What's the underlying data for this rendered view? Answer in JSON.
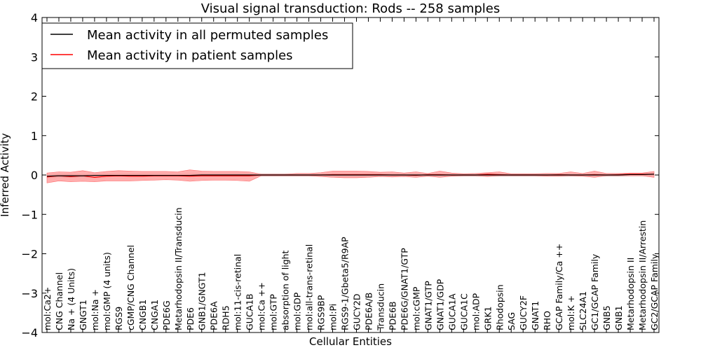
{
  "chart_data": {
    "type": "line",
    "title": "Visual signal transduction: Rods -- 258 samples",
    "xlabel": "Cellular Entities",
    "ylabel": "Inferred Activity",
    "ylim": [
      -4,
      4
    ],
    "yticks": [
      "4",
      "3",
      "2",
      "1",
      "0",
      "−1",
      "−2",
      "−3",
      "−4"
    ],
    "ytick_values": [
      4,
      3,
      2,
      1,
      0,
      -1,
      -2,
      -3,
      -4
    ],
    "grid": false,
    "legend_position": "top-left",
    "colors": {
      "permuted": "#000000",
      "patient": "#ff0000",
      "patient_band": "#ff8c8c",
      "permuted_band": "#d8d8d8"
    },
    "categories": [
      "mol:Ca2+",
      "CNG Channel",
      "Na + (4 Units)",
      "GNGT1",
      "mol:Na +",
      "mol:GMP (4 units)",
      "RGS9",
      "cGMP/CNG Channel",
      "CNGB1",
      "CNGA1",
      "PDE6G",
      "Metarhodopsin II/Transducin",
      "PDE6",
      "GNB1/GNGT1",
      "PDE6A",
      "RDH5",
      "mol:11-cis-retinal",
      "GUCA1B",
      "mol:Ca ++",
      "mol:GTP",
      "absorption of light",
      "mol:GDP",
      "mol:all-trans-retinal",
      "RGS9BP",
      "mol:Pi",
      "RGS9-1/Gbeta5/R9AP",
      "GUCY2D",
      "PDE6A/B",
      "Transducin",
      "PDE6B",
      "PDE6G/GNAT1/GTP",
      "mol:cGMP",
      "GNAT1/GTP",
      "GNAT1/GDP",
      "GUCA1A",
      "GUCA1C",
      "mol:ADP",
      "GRK1",
      "Rhodopsin",
      "SAG",
      "GUCY2F",
      "GNAT1",
      "RHO",
      "GCAP Family/Ca ++",
      "mol:K +",
      "SLC24A1",
      "GC1/GCAP Family",
      "GNB5",
      "GNB1",
      "Metarhodopsin II",
      "Metarhodopsin II/Arrestin",
      "GC2/GCAP Family"
    ],
    "series": [
      {
        "name": "Mean activity in all permuted samples",
        "values": [
          -0.03,
          -0.02,
          -0.02,
          -0.02,
          -0.01,
          -0.01,
          -0.01,
          -0.01,
          -0.01,
          -0.01,
          -0.01,
          -0.01,
          -0.01,
          0,
          0,
          0,
          0,
          0,
          0,
          0,
          0,
          0,
          0,
          0,
          0,
          0,
          0,
          0,
          0,
          0,
          0,
          0,
          0,
          0,
          0,
          0,
          0,
          0,
          0,
          0,
          0,
          0,
          0,
          0,
          0,
          0,
          0,
          0,
          0,
          0.01,
          0.01,
          0.02
        ],
        "band_lower": [
          -0.08,
          -0.07,
          -0.07,
          -0.06,
          -0.06,
          -0.05,
          -0.05,
          -0.05,
          -0.05,
          -0.05,
          -0.05,
          -0.05,
          -0.05,
          -0.04,
          -0.04,
          -0.04,
          -0.04,
          -0.04,
          -0.04,
          -0.04,
          -0.04,
          -0.04,
          -0.04,
          -0.04,
          -0.04,
          -0.04,
          -0.04,
          -0.04,
          -0.04,
          -0.04,
          -0.04,
          -0.04,
          -0.04,
          -0.04,
          -0.04,
          -0.04,
          -0.04,
          -0.04,
          -0.04,
          -0.04,
          -0.04,
          -0.04,
          -0.04,
          -0.04,
          -0.04,
          -0.04,
          -0.04,
          -0.04,
          -0.04,
          -0.03,
          -0.03,
          -0.02
        ],
        "band_upper": [
          0.02,
          0.03,
          0.03,
          0.02,
          0.03,
          0.03,
          0.03,
          0.03,
          0.03,
          0.03,
          0.03,
          0.03,
          0.03,
          0.04,
          0.04,
          0.04,
          0.04,
          0.04,
          0.04,
          0.04,
          0.04,
          0.04,
          0.04,
          0.04,
          0.04,
          0.04,
          0.04,
          0.04,
          0.04,
          0.04,
          0.04,
          0.04,
          0.04,
          0.04,
          0.04,
          0.04,
          0.04,
          0.04,
          0.04,
          0.04,
          0.04,
          0.04,
          0.04,
          0.04,
          0.04,
          0.04,
          0.04,
          0.04,
          0.04,
          0.05,
          0.05,
          0.06
        ]
      },
      {
        "name": "Mean activity in patient samples",
        "values": [
          -0.05,
          -0.02,
          -0.04,
          -0.02,
          -0.06,
          -0.03,
          -0.02,
          -0.03,
          -0.03,
          -0.02,
          -0.02,
          -0.02,
          -0.03,
          -0.02,
          -0.02,
          -0.02,
          -0.02,
          -0.02,
          0,
          0,
          0,
          0,
          0,
          0,
          0.01,
          0.01,
          0.01,
          0.01,
          0.01,
          0,
          0,
          -0.01,
          0.01,
          0.01,
          0,
          0,
          0,
          0.02,
          0.01,
          0,
          0,
          0,
          0,
          0.01,
          0,
          0,
          0.01,
          0,
          0.01,
          0.02,
          0.02,
          0.02
        ],
        "band_lower": [
          -0.2,
          -0.15,
          -0.17,
          -0.16,
          -0.17,
          -0.15,
          -0.15,
          -0.15,
          -0.14,
          -0.13,
          -0.12,
          -0.13,
          -0.16,
          -0.14,
          -0.13,
          -0.13,
          -0.14,
          -0.16,
          -0.02,
          -0.02,
          -0.02,
          -0.02,
          -0.02,
          -0.04,
          -0.06,
          -0.07,
          -0.07,
          -0.06,
          -0.04,
          -0.05,
          -0.04,
          -0.06,
          -0.03,
          -0.06,
          -0.03,
          -0.02,
          -0.02,
          -0.04,
          -0.02,
          -0.02,
          -0.02,
          -0.02,
          -0.03,
          -0.03,
          -0.02,
          -0.03,
          -0.06,
          -0.02,
          -0.02,
          -0.02,
          -0.02,
          -0.06
        ],
        "band_upper": [
          0.05,
          0.08,
          0.07,
          0.11,
          0.06,
          0.09,
          0.11,
          0.1,
          0.09,
          0.09,
          0.09,
          0.08,
          0.13,
          0.1,
          0.09,
          0.09,
          0.09,
          0.08,
          0.02,
          0.02,
          0.02,
          0.04,
          0.04,
          0.06,
          0.1,
          0.1,
          0.1,
          0.09,
          0.07,
          0.08,
          0.05,
          0.08,
          0.04,
          0.1,
          0.05,
          0.03,
          0.04,
          0.06,
          0.08,
          0.03,
          0.03,
          0.03,
          0.04,
          0.04,
          0.08,
          0.04,
          0.1,
          0.04,
          0.04,
          0.05,
          0.05,
          0.09
        ]
      }
    ]
  }
}
